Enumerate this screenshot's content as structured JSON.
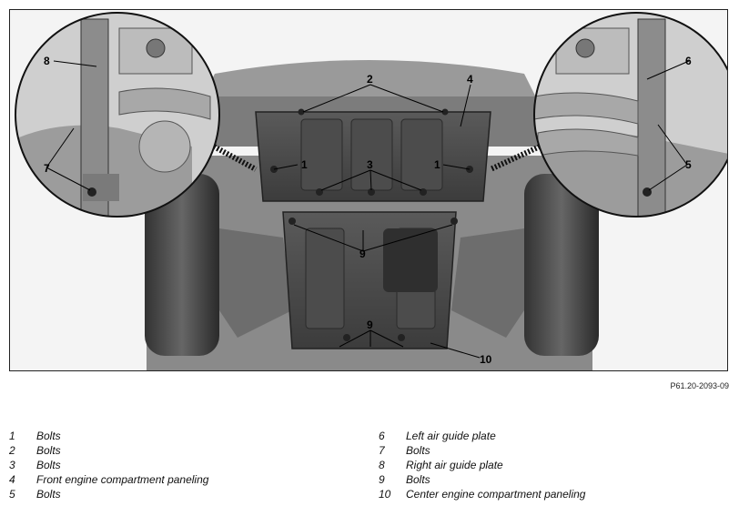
{
  "figure": {
    "callouts": {
      "c1a": "1",
      "c1b": "1",
      "c2": "2",
      "c3": "3",
      "c4": "4",
      "c5": "5",
      "c6": "6",
      "c7": "7",
      "c8": "8",
      "c9a": "9",
      "c9b": "9",
      "c10": "10"
    }
  },
  "reference_code": "P61.20-2093-09",
  "legend": {
    "left": [
      {
        "num": "1",
        "text": "Bolts"
      },
      {
        "num": "2",
        "text": "Bolts"
      },
      {
        "num": "3",
        "text": "Bolts"
      },
      {
        "num": "4",
        "text": "Front engine compartment paneling"
      },
      {
        "num": "5",
        "text": "Bolts"
      }
    ],
    "right": [
      {
        "num": "6",
        "text": "Left air guide plate"
      },
      {
        "num": "7",
        "text": "Bolts"
      },
      {
        "num": "8",
        "text": "Right air guide plate"
      },
      {
        "num": "9",
        "text": "Bolts"
      },
      {
        "num": "10",
        "text": "Center engine compartment paneling"
      }
    ]
  }
}
